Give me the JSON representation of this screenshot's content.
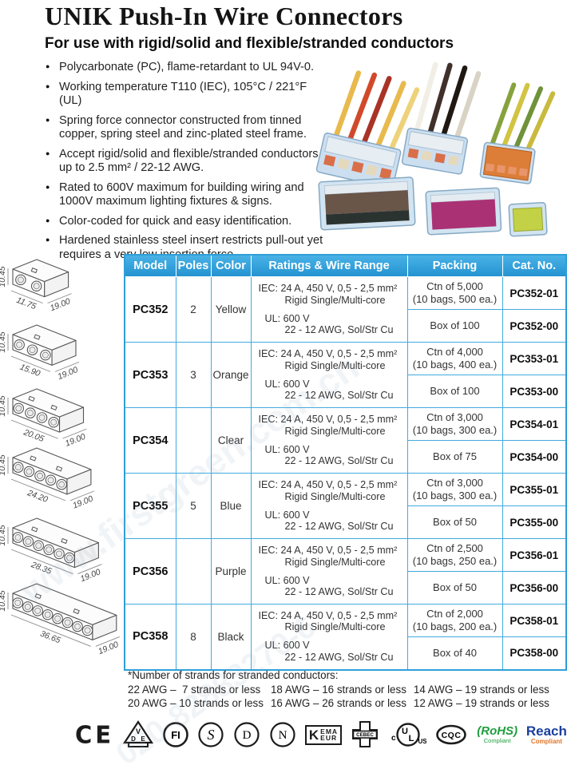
{
  "page": {
    "title": "UNIK Push-In Wire Connectors",
    "subtitle": "For use with rigid/solid and flexible/stranded conductors",
    "watermark": "www.firstgreen.com.cn",
    "watermark2": "020-82883270-6",
    "features": [
      "Polycarbonate (PC), flame-retardant to UL 94V-0.",
      "Working temperature T110 (IEC), 105°C / 221°F (UL)",
      "Spring force connector constructed from tinned copper, spring steel and zinc-plated steel frame.",
      "Accept rigid/solid and flexible/stranded conductors up to 2.5 mm² / 22-12 AWG.",
      "Rated to 600V maximum for building wiring and 1000V maximum lighting fixtures & signs.",
      "Color-coded for quick and easy identification.",
      "Hardened stainless steel insert restricts pull-out yet requires a very low insertion force."
    ]
  },
  "drawings": {
    "height_label": "10.45",
    "depth_label": "19.00",
    "items": [
      {
        "width_label": "11.75",
        "poles": 2
      },
      {
        "width_label": "15.90",
        "poles": 3
      },
      {
        "width_label": "20.05",
        "poles": 4
      },
      {
        "width_label": "24.20",
        "poles": 5
      },
      {
        "width_label": "28.35",
        "poles": 6
      },
      {
        "width_label": "36.65",
        "poles": 8
      }
    ]
  },
  "table": {
    "headers": [
      "Model",
      "Poles",
      "Color",
      "Ratings & Wire Range",
      "Packing",
      "Cat. No."
    ],
    "ratings": {
      "iec_line1": "IEC: 24 A, 450 V, 0,5 - 2,5 mm²",
      "iec_line2": "Rigid Single/Multi-core",
      "ul_line1": "UL: 600 V",
      "ul_line2": "22 - 12 AWG, Sol/Str Cu"
    },
    "rows": [
      {
        "model": "PC352",
        "poles": "2",
        "color": "Yellow",
        "ctn": "Ctn of 5,000",
        "ctn_detail": "(10 bags, 500 ea.)",
        "cat_ctn": "PC352-01",
        "box": "Box of 100",
        "cat_box": "PC352-00"
      },
      {
        "model": "PC353",
        "poles": "3",
        "color": "Orange",
        "ctn": "Ctn of 4,000",
        "ctn_detail": "(10 bags, 400 ea.)",
        "cat_ctn": "PC353-01",
        "box": "Box of 100",
        "cat_box": "PC353-00"
      },
      {
        "model": "PC354",
        "poles": "",
        "color": "Clear",
        "ctn": "Ctn of 3,000",
        "ctn_detail": "(10 bags, 300 ea.)",
        "cat_ctn": "PC354-01",
        "box": "Box of 75",
        "cat_box": "PC354-00"
      },
      {
        "model": "PC355",
        "poles": "5",
        "color": "Blue",
        "ctn": "Ctn of 3,000",
        "ctn_detail": "(10 bags, 300 ea.)",
        "cat_ctn": "PC355-01",
        "box": "Box of 50",
        "cat_box": "PC355-00"
      },
      {
        "model": "PC356",
        "poles": "",
        "color": "Purple",
        "ctn": "Ctn of 2,500",
        "ctn_detail": "(10 bags, 250 ea.)",
        "cat_ctn": "PC356-01",
        "box": "Box of 50",
        "cat_box": "PC356-00"
      },
      {
        "model": "PC358",
        "poles": "8",
        "color": "Black",
        "ctn": "Ctn of 2,000",
        "ctn_detail": "(10 bags, 200 ea.)",
        "cat_ctn": "PC358-01",
        "box": "Box of 40",
        "cat_box": "PC358-00"
      }
    ]
  },
  "footnote": {
    "title": "*Number of strands for stranded conductors:",
    "columns": [
      {
        "line1": "22 AWG –  7 strands or less",
        "line2": "20 AWG – 10 strands or less"
      },
      {
        "line1": "18 AWG – 16 strands or less",
        "line2": "16 AWG – 26 strands or less"
      },
      {
        "line1": "14 AWG – 19 strands or less",
        "line2": "12 AWG – 19 strands or less"
      }
    ]
  },
  "certifications": {
    "ce": "CE",
    "vde_v": "V",
    "vde_d": "D",
    "vde_e": "E",
    "fi": "FI",
    "s_mark": "S",
    "d_mark": "D",
    "n_mark": "N",
    "kema_k": "K",
    "kema_line1": "EMA",
    "kema_line2": "EUR",
    "cebec": "CEBEC",
    "ul_c": "c",
    "ul_u": "U",
    "ul_l": "L",
    "ul_us": "US",
    "cqc": "CQC",
    "rohs": "RoHS",
    "rohs_sub": "Compliant",
    "reach": "Reach",
    "reach_sub": "Compliant"
  },
  "colors": {
    "header_blue": "#2F9FD9",
    "grid_blue": "#41AADF",
    "rohs_green": "#1E9E3E",
    "reach_blue": "#1B3FA0",
    "reach_orange": "#E0762A"
  }
}
